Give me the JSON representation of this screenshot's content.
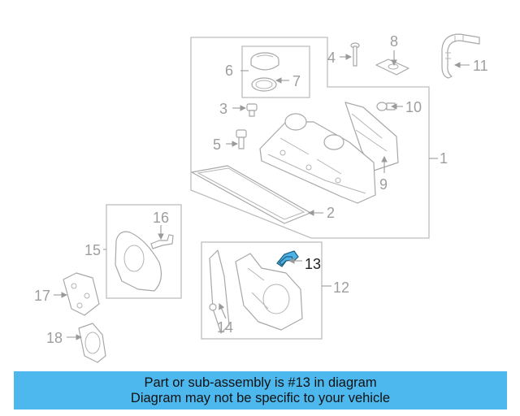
{
  "diagram": {
    "callouts": [
      "1",
      "2",
      "3",
      "4",
      "5",
      "6",
      "7",
      "8",
      "9",
      "10",
      "11",
      "12",
      "13",
      "14",
      "15",
      "16",
      "17",
      "18"
    ],
    "highlighted_part": "13",
    "highlight_color": "#4db3e6",
    "line_color": "#9a9a9a"
  },
  "banner": {
    "line1": "Part or sub-assembly is #13 in diagram",
    "line2": "Diagram may not be specific to your vehicle",
    "background": "#4db8ee"
  }
}
